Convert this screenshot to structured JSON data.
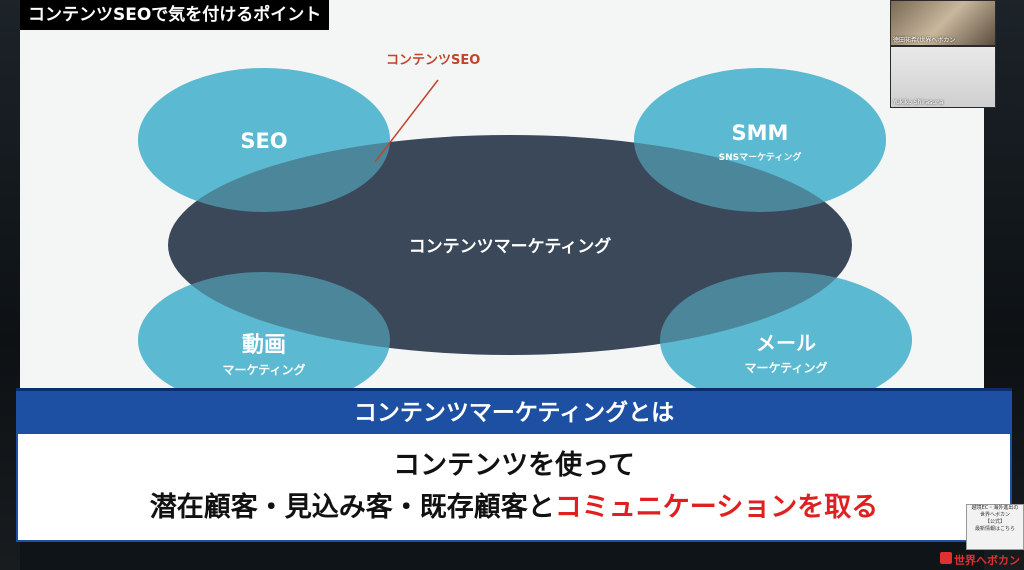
{
  "header": {
    "title": "コンテンツSEOで気を付けるポイント"
  },
  "diagram": {
    "callout": "コンテンツSEO",
    "center": "コンテンツマーケティング",
    "seo": {
      "title": "SEO"
    },
    "smm": {
      "title": "SMM",
      "sub": "SNSマーケティング"
    },
    "video": {
      "title": "動画",
      "sub": "マーケティング"
    },
    "mail": {
      "title": "メール",
      "sub": "マーケティング"
    },
    "colors": {
      "oval": "#5bbad1",
      "center": "#3b4859",
      "overlap": "#4a8ea0",
      "callout": "#c0452a"
    }
  },
  "participants": [
    {
      "name": "徳田祐希(世界へボカン"
    },
    {
      "name": "Yukiko Shirasuna"
    }
  ],
  "caption": {
    "heading": "コンテンツマーケティングとは",
    "line1": "コンテンツを使って",
    "line2_prefix": "潜在顧客・見込み客・既存顧客と",
    "line2_highlight": "コミュニケーションを取る"
  },
  "brand": {
    "label": "世界へボカン",
    "badge_lines": [
      "越境EC・海外進出の",
      "世界へボカン",
      "【公式】",
      "最新情報はこちら"
    ]
  }
}
